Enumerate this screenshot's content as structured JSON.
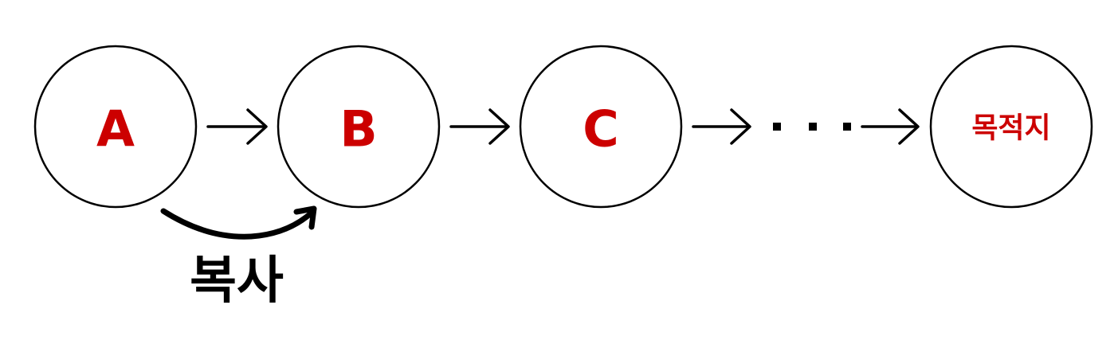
{
  "colors": {
    "node_text": "#cc0000",
    "line": "#000000",
    "copy_text": "#000000"
  },
  "nodes": [
    {
      "id": "a",
      "label": "A"
    },
    {
      "id": "b",
      "label": "B"
    },
    {
      "id": "c",
      "label": "C"
    },
    {
      "id": "destination",
      "label": "목적지"
    }
  ],
  "copy": {
    "label": "복사"
  }
}
